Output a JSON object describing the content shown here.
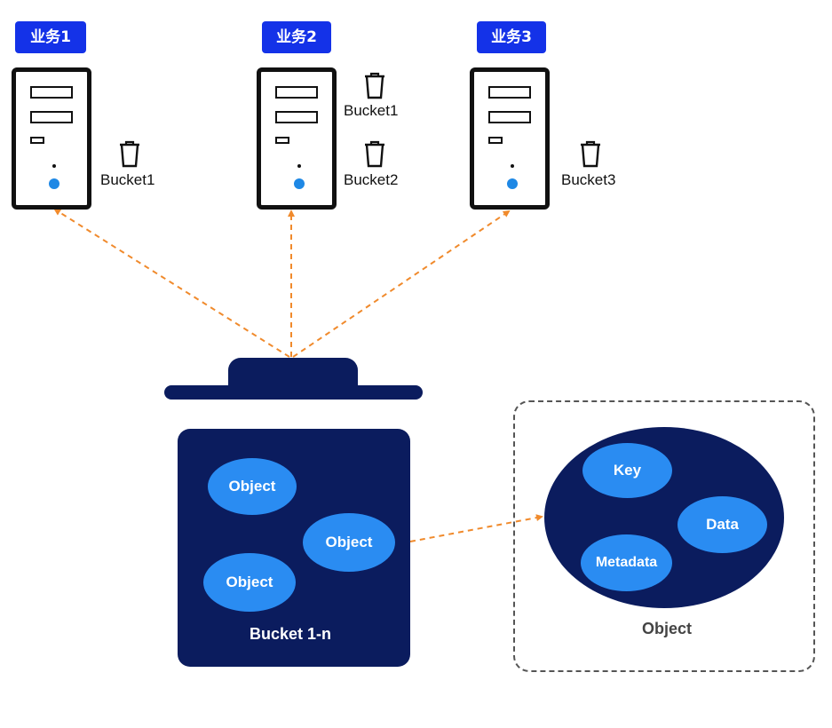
{
  "colors": {
    "tag_blue": "#1432e8",
    "navy": "#0b1c5e",
    "light_blue": "#2a8cf2",
    "led_blue": "#1e88e5",
    "arrow_orange": "#f08a2c"
  },
  "services": [
    {
      "label": "业务1"
    },
    {
      "label": "业务2"
    },
    {
      "label": "业务3"
    }
  ],
  "buckets": {
    "service1": [
      "Bucket1"
    ],
    "service2": [
      "Bucket1",
      "Bucket2"
    ],
    "service3": [
      "Bucket3"
    ]
  },
  "icons": {
    "server": "server-icon",
    "bucket": "trash-bucket-icon"
  },
  "main_bucket": {
    "caption": "Bucket 1-n",
    "objects": [
      "Object",
      "Object",
      "Object"
    ]
  },
  "object_detail": {
    "parts": [
      "Key",
      "Data",
      "Metadata"
    ],
    "caption": "Object"
  }
}
